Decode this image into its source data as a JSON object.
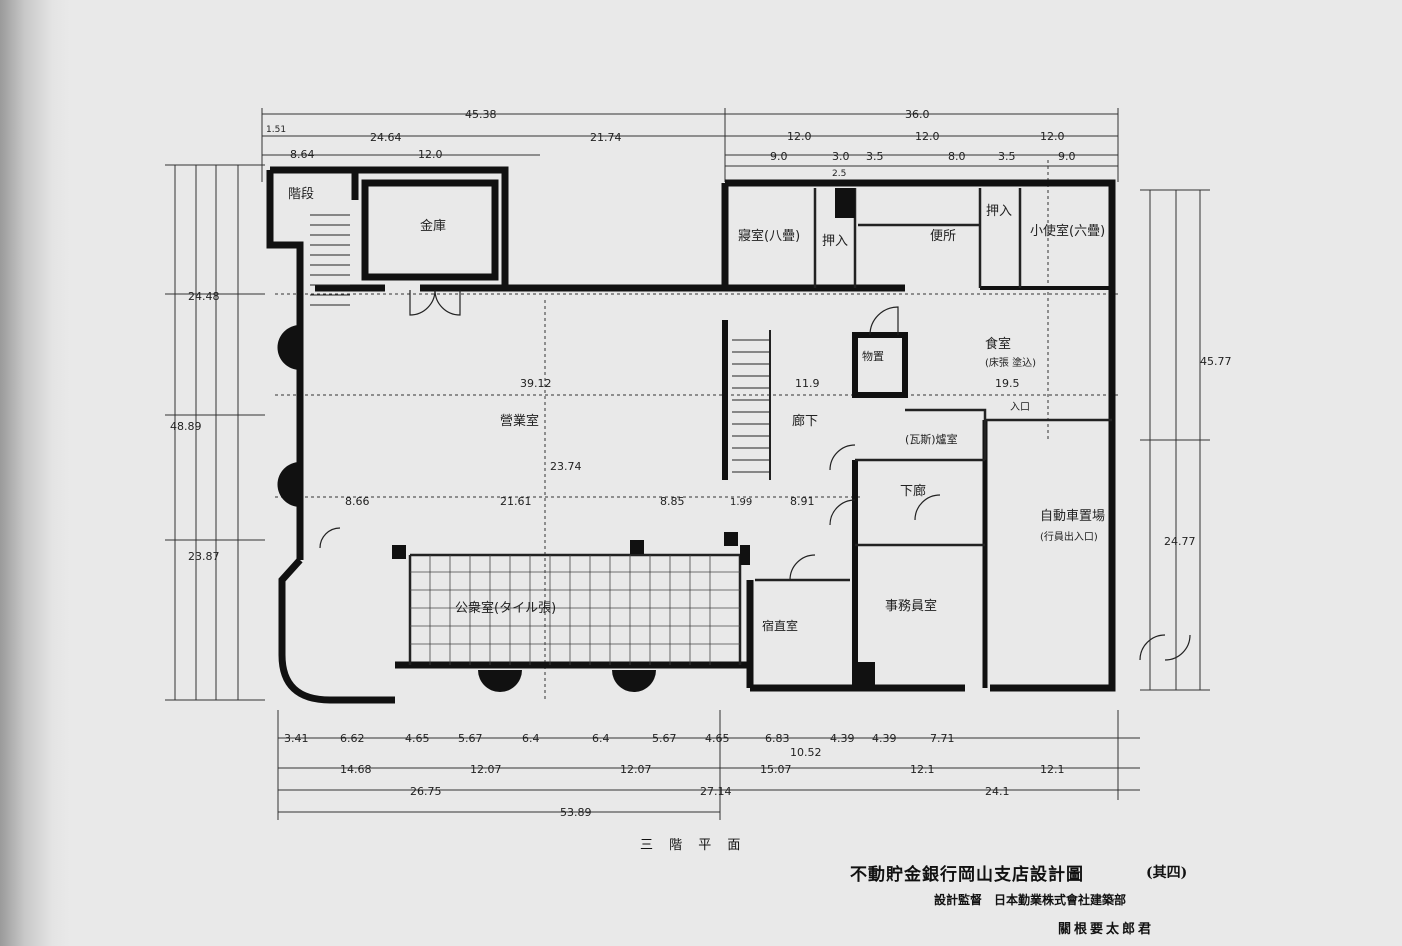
{
  "drawing": {
    "floor_caption": "三 階 平 面",
    "title": "不動貯金銀行岡山支店設計圖",
    "sheet": "(其四)",
    "supervision": "設計監督　日本勤業株式會社建築部",
    "architect": "關根要太郎君"
  },
  "rooms": {
    "stair": "階段",
    "vault": "金庫",
    "office": "營業室",
    "corridor": "廊下",
    "bedroom_a": "寢室(八疊)",
    "closet_a": "押入",
    "closet_b": "押入",
    "toilet": "便所",
    "small_room": "小使室(六疊)",
    "dining": "食室",
    "dining_note": "(床張 塗込)",
    "storage": "物置",
    "corridor_lower": "下廊",
    "boiler": "(瓦斯)爐室",
    "garage": "自動車置場",
    "garage_note": "(行員出入口)",
    "duty_room": "宿直室",
    "staff_room": "事務員室",
    "hall": "公衆室(タイル張)",
    "entry_right": "入口"
  },
  "dimensions": {
    "top_total_left": "45.38",
    "top_total_right": "36.0",
    "top_a": "1.51",
    "top_b": "24.64",
    "top_c": "21.74",
    "top_d": "8.64",
    "top_e": "12.0",
    "top_f": "12.0",
    "top_g": "12.0",
    "top_h": "12.0",
    "top_i": "9.0",
    "top_j": "3.0",
    "top_k": "3.5",
    "top_l": "8.0",
    "top_m": "3.5",
    "top_n": "9.0",
    "top_o": "2.5",
    "office_width": "39.12",
    "office_depth": "23.74",
    "mid_a": "8.66",
    "mid_b": "21.61",
    "mid_c": "8.85",
    "mid_d": "1.99",
    "mid_e": "8.91",
    "corr_w": "11.9",
    "dining_w": "19.5",
    "left_total": "48.89",
    "left_a": "24.48",
    "left_b": "23.87",
    "right_total": "45.77",
    "right_a": "24.77",
    "bot_a": "3.41",
    "bot_b": "6.62",
    "bot_c": "4.65",
    "bot_d": "5.67",
    "bot_e": "6.4",
    "bot_f": "6.4",
    "bot_g": "5.67",
    "bot_h": "4.65",
    "bot_i": "6.83",
    "bot_j": "4.39",
    "bot_k": "4.39",
    "bot_l": "7.71",
    "bot_m": "10.52",
    "bot2_a": "14.68",
    "bot2_b": "12.07",
    "bot2_c": "12.07",
    "bot2_d": "15.07",
    "bot2_e": "12.1",
    "bot2_f": "12.1",
    "bot3_a": "26.75",
    "bot3_b": "27.14",
    "bot3_c": "24.1",
    "bot_total": "53.89"
  }
}
